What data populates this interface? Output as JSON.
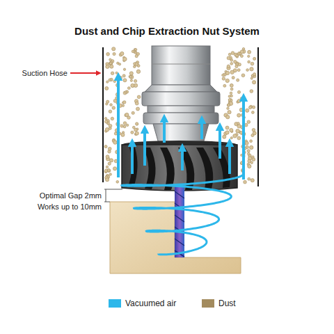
{
  "diagram": {
    "title": "Dust and Chip Extraction Nut System",
    "labels": [
      "Suction Hose",
      "Optimal Gap 2mm",
      "Works up to 10mm"
    ],
    "legend": [
      {
        "text": "Vacuumed air",
        "color": "#2db7ea"
      },
      {
        "text": "Dust",
        "color": "#a38b5e"
      }
    ]
  }
}
